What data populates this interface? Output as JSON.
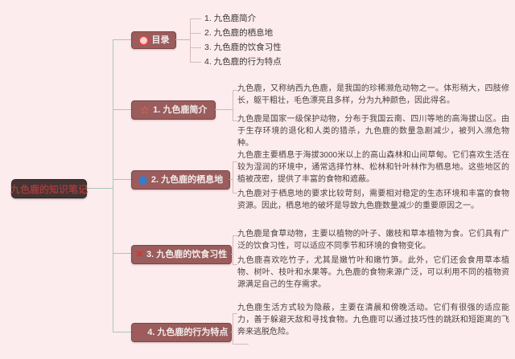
{
  "root": {
    "title": "九色鹿的知识笔记"
  },
  "toc": {
    "label": "目录",
    "items": [
      "1. 九色鹿简介",
      "2. 九色鹿的栖息地",
      "3. 九色鹿的饮食习性",
      "4. 九色鹿的行为特点"
    ]
  },
  "sections": [
    {
      "label": "1. 九色鹿简介",
      "icon": "star-icon",
      "paragraphs": [
        "九色鹿，又称纳西九色鹿，是我国的珍稀濒危动物之一。体形稍大，四肢修长，躯干粗壮，毛色漂亮且多样，分为九种颜色，因此得名。",
        "九色鹿是国家一级保护动物，分布于我国云南、四川等地的高海拔山区。由于生存环境的退化和人类的猎杀，九色鹿的数量急剧减少，被列入濒危物种。"
      ]
    },
    {
      "label": "2. 九色鹿的栖息地",
      "icon": "home-icon",
      "paragraphs": [
        "九色鹿主要栖息于海拔3000米以上的高山森林和山间草甸。它们喜欢生活在较为湿润的环境中，通常选择竹林、松林和针叶林作为栖息地。这些地区的植被茂密，提供了丰富的食物和遮蔽。",
        "九色鹿对于栖息地的要求比较苛刻，需要相对稳定的生态环境和丰富的食物资源。因此，栖息地的破坏是导致九色鹿数量减少的重要原因之一。"
      ]
    },
    {
      "label": "3. 九色鹿的饮食习性",
      "icon": "crossed-utensils-icon",
      "paragraphs": [
        "九色鹿是食草动物，主要以植物的叶子、嫩枝和草本植物为食。它们具有广泛的饮食习性，可以适应不同季节和环境的食物变化。",
        "九色鹿喜欢吃竹子，尤其是嫩竹叶和嫩竹笋。此外，它们还会食用草本植物、树叶、枝叶和水果等。九色鹿的食物来源广泛，可以利用不同的植物资源满足自己的生存需求。"
      ]
    },
    {
      "label": "4. 九色鹿的行为特点",
      "icon": "heart-icon",
      "paragraphs": [
        "九色鹿生活方式较为隐蔽，主要在清晨和傍晚活动。它们有很强的适应能力，善于躲避天敌和寻找食物。九色鹿可以通过技巧性的跳跃和短距离的飞奔来逃脱危险。"
      ]
    }
  ],
  "icons": {
    "star_glyph": "☆",
    "cross_glyph": "✖",
    "heart_glyph": "♡"
  },
  "colors": {
    "background": "#fdeced",
    "node_bg": "#9a5c5c",
    "node_border": "#7b4646",
    "node_text": "#f4ecec",
    "root_bg": "#443434",
    "root_text": "#a23a3a",
    "branch_line": "#a9c7b9",
    "bracket_line": "#d2bbba",
    "toc_badge": "#e34444",
    "star_icon": "#ff6b47",
    "home_icon": "#2f7fd4",
    "cross_icon": "#cc3b33",
    "heart_icon": "#e25151",
    "paragraph_text": "#4a4242"
  }
}
